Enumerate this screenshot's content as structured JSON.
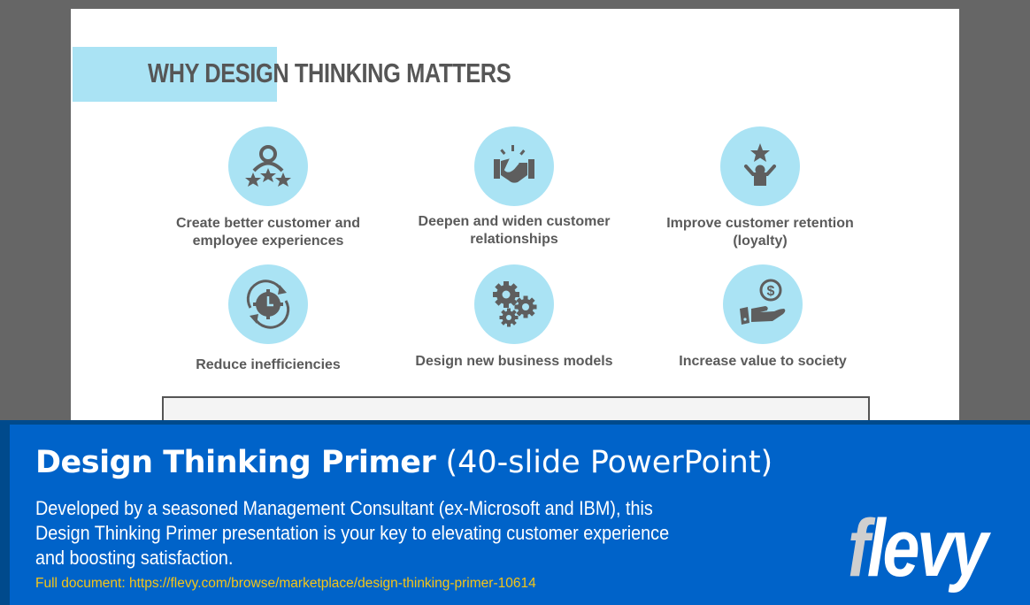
{
  "slide": {
    "title": "WHY DESIGN THINKING MATTERS",
    "accent_color": "#aae3f4",
    "text_color": "#565656",
    "benefits": [
      {
        "label": "Create better customer and employee experiences",
        "icon": "person-stars-icon"
      },
      {
        "label": "Deepen and widen customer relationships",
        "icon": "handshake-icon"
      },
      {
        "label": "Improve customer retention (loyalty)",
        "icon": "person-star-celebrate-icon"
      },
      {
        "label": "Reduce inefficiencies",
        "icon": "clock-cycle-icon"
      },
      {
        "label": "Design new business models",
        "icon": "gears-icon"
      },
      {
        "label": "Increase value to society",
        "icon": "hand-coin-icon"
      }
    ]
  },
  "banner": {
    "title_bold": "Design Thinking Primer",
    "title_light": "(40-slide PowerPoint)",
    "description": "Developed by a seasoned Management Consultant (ex-Microsoft and IBM), this Design Thinking Primer presentation is your key to elevating customer experience and boosting satisfaction.",
    "link_text": "Full document: https://flevy.com/browse/marketplace/design-thinking-primer-10614",
    "background_color": "#0063c9",
    "link_color": "#f5c518",
    "logo": {
      "first": "f",
      "rest": "levy"
    }
  }
}
